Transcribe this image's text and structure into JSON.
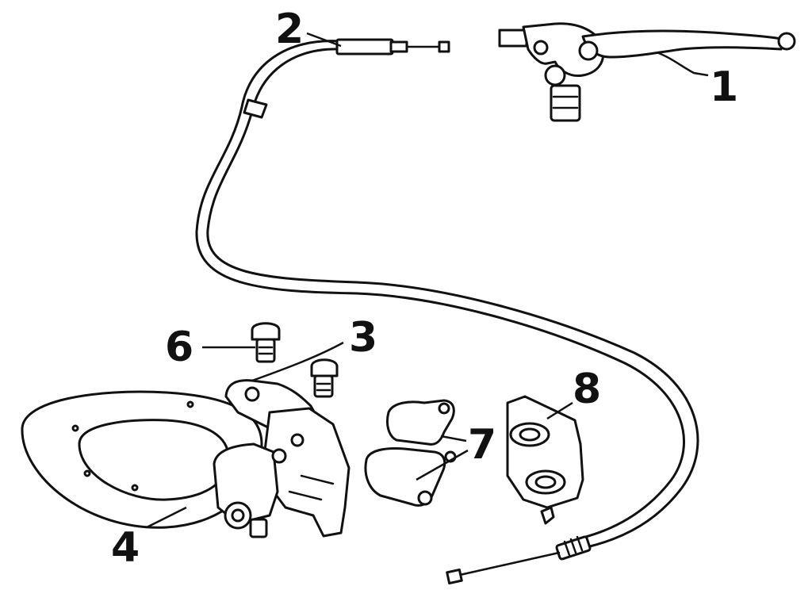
{
  "callouts": {
    "c1": "1",
    "c2": "2",
    "c3": "3",
    "c4": "4",
    "c6": "6",
    "c7": "7",
    "c8": "8"
  },
  "colors": {
    "line": "#111111",
    "background": "#ffffff"
  }
}
